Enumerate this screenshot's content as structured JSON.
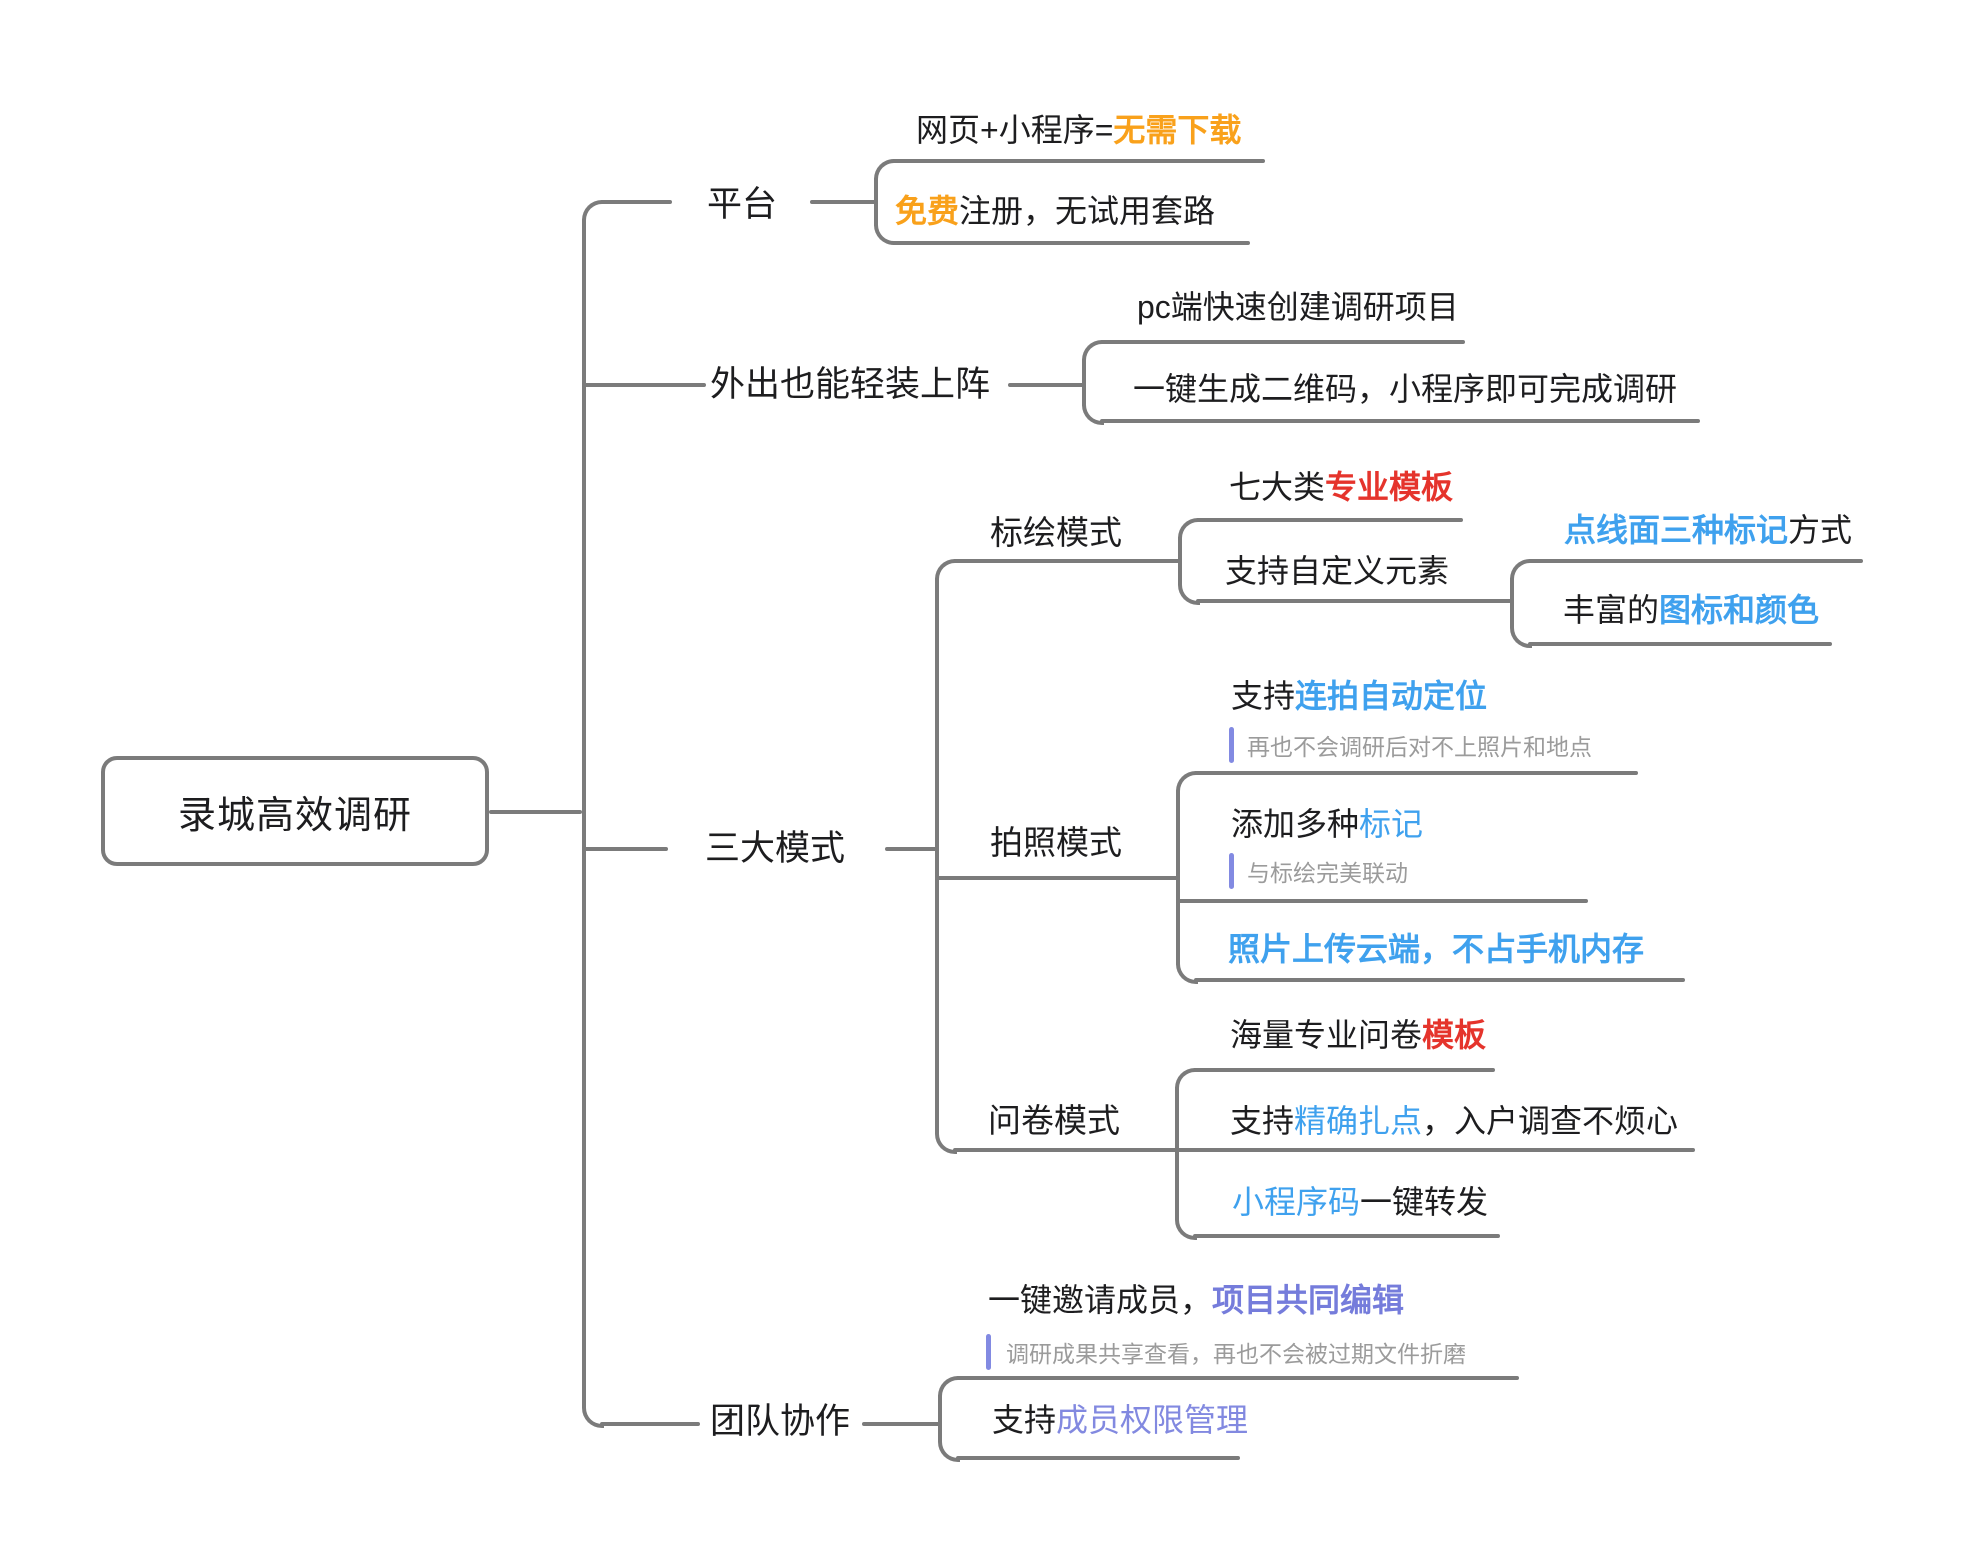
{
  "nodes": {
    "root": {
      "label": "录城高效调研"
    },
    "platform": {
      "label": "平台"
    },
    "platform_c1": [
      {
        "t": "网页+小程序=",
        "c": "plain"
      },
      {
        "t": "无需下载",
        "c": "orange-bold"
      }
    ],
    "platform_c2": [
      {
        "t": "免费",
        "c": "orange-bold"
      },
      {
        "t": "注册，无试用套路",
        "c": "plain"
      }
    ],
    "outing": {
      "label": "外出也能轻装上阵"
    },
    "outing_c1": [
      {
        "t": "pc端快速创建调研项目",
        "c": "plain"
      }
    ],
    "outing_c2": [
      {
        "t": "一键生成二维码，小程序即可完成调研",
        "c": "plain"
      }
    ],
    "modes": {
      "label": "三大模式"
    },
    "draw": {
      "label": "标绘模式"
    },
    "draw_c1": [
      {
        "t": "七大类",
        "c": "plain"
      },
      {
        "t": "专业模板",
        "c": "red-bold"
      }
    ],
    "draw_c2": [
      {
        "t": "支持自定义元素",
        "c": "plain"
      }
    ],
    "draw_c2a": [
      {
        "t": "点线面三种标记",
        "c": "blue-bold"
      },
      {
        "t": "方式",
        "c": "plain"
      }
    ],
    "draw_c2b": [
      {
        "t": "丰富的",
        "c": "plain"
      },
      {
        "t": "图标和颜色",
        "c": "blue-bold"
      }
    ],
    "photo": {
      "label": "拍照模式"
    },
    "photo_c1": [
      {
        "t": "支持",
        "c": "plain"
      },
      {
        "t": "连拍自动定位",
        "c": "blue-bold"
      }
    ],
    "photo_c1_note": "再也不会调研后对不上照片和地点",
    "photo_c2": [
      {
        "t": "添加多种",
        "c": "plain"
      },
      {
        "t": "标记",
        "c": "blue"
      }
    ],
    "photo_c2_note": "与标绘完美联动",
    "photo_c3": [
      {
        "t": "照片上传云端，不占手机内存",
        "c": "blue-bold"
      }
    ],
    "survey": {
      "label": "问卷模式"
    },
    "survey_c1": [
      {
        "t": "海量专业问卷",
        "c": "plain"
      },
      {
        "t": "模板",
        "c": "red-bold"
      }
    ],
    "survey_c2": [
      {
        "t": "支持",
        "c": "plain"
      },
      {
        "t": "精确扎点",
        "c": "blue"
      },
      {
        "t": "，入户调查不烦心",
        "c": "plain"
      }
    ],
    "survey_c3": [
      {
        "t": "小程序码",
        "c": "blue"
      },
      {
        "t": "一键转发",
        "c": "plain"
      }
    ],
    "team": {
      "label": "团队协作"
    },
    "team_c1": [
      {
        "t": "一键邀请成员，",
        "c": "plain"
      },
      {
        "t": "项目共同编辑",
        "c": "purple-bold"
      }
    ],
    "team_c1_note": "调研成果共享查看，再也不会被过期文件折磨",
    "team_c2": [
      {
        "t": "支持",
        "c": "plain"
      },
      {
        "t": "成员权限管理",
        "c": "purple"
      }
    ]
  },
  "colors": {
    "line": "#7b7b7b",
    "text": "#1d1d1f",
    "orange": "#f9a11b",
    "red": "#e5342c",
    "blue": "#3fa1ee",
    "purple": "#757cdb",
    "purple_light": "#8289e0",
    "note": "#9b9b9b",
    "note_bar": "#828ae2"
  }
}
